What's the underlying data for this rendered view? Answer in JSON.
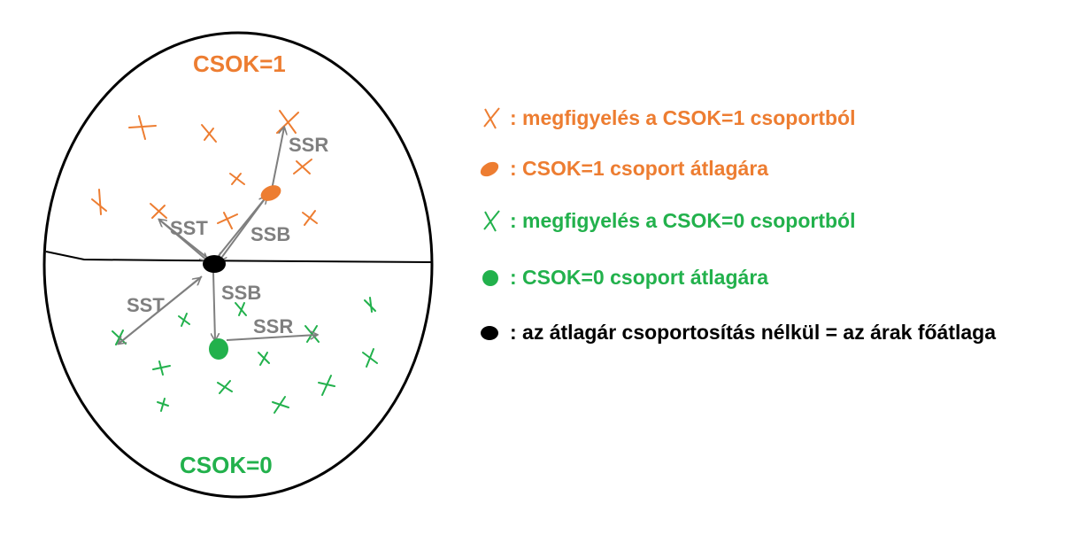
{
  "diagram": {
    "group_top_label": "CSOK=1",
    "group_bottom_label": "CSOK=0",
    "arrow_labels": {
      "ssr_top": "SSR",
      "sst_top": "SST",
      "ssb_top": "SSB",
      "sst_bottom": "SST",
      "ssb_bottom": "SSB",
      "ssr_bottom": "SSR"
    }
  },
  "legend": [
    {
      "icon": "orange-cross-icon",
      "text": ": megfigyelés a CSOK=1 csoportból",
      "color": "#ed7d31"
    },
    {
      "icon": "orange-blob-icon",
      "text": ": CSOK=1 csoport átlagára",
      "color": "#ed7d31"
    },
    {
      "icon": "green-cross-icon",
      "text": ": megfigyelés a CSOK=0 csoportból",
      "color": "#22b14c"
    },
    {
      "icon": "green-blob-icon",
      "text": ": CSOK=0 csoport átlagára",
      "color": "#22b14c"
    },
    {
      "icon": "black-blob-icon",
      "text": ": az átlagár csoportosítás nélkül = az árak főátlaga",
      "color": "#000000"
    }
  ],
  "colors": {
    "orange": "#ed7d31",
    "green": "#22b14c",
    "gray": "#7f7f7f",
    "black": "#000000"
  }
}
